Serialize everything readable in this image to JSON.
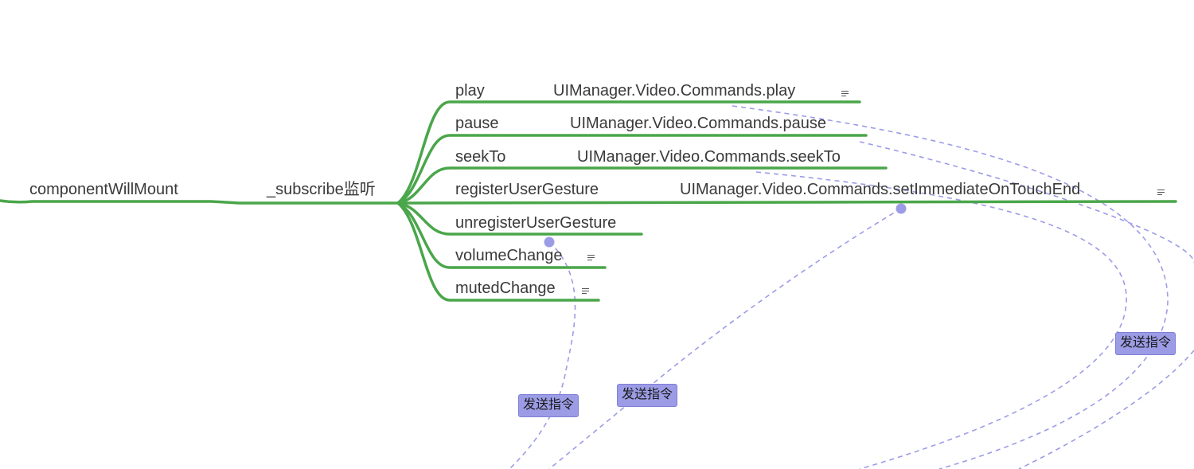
{
  "colors": {
    "branch": "#4aa64a",
    "relation": "#9c9ce6",
    "relation_dot": "#9c9ce6",
    "tag_bg": "#9c9ce6",
    "text": "#3a3a3a"
  },
  "root": {
    "label": "componentWillMount"
  },
  "subscribe": {
    "label": "_subscribe监听"
  },
  "children": [
    {
      "label": "play",
      "detail": "UIManager.Video.Commands.play",
      "has_note": true
    },
    {
      "label": "pause",
      "detail": "UIManager.Video.Commands.pause",
      "has_note": false
    },
    {
      "label": "seekTo",
      "detail": "UIManager.Video.Commands.seekTo",
      "has_note": false
    },
    {
      "label": "registerUserGesture",
      "detail": "UIManager.Video.Commands.setImmediateOnTouchEnd",
      "has_note": true
    },
    {
      "label": "unregisterUserGesture",
      "detail": "",
      "has_note": false
    },
    {
      "label": "volumeChange",
      "detail": "",
      "has_note": true
    },
    {
      "label": "mutedChange",
      "detail": "",
      "has_note": true
    }
  ],
  "relations": [
    {
      "label": "发送指令",
      "icon": "note-icon"
    },
    {
      "label": "发送指令",
      "icon": "note-icon"
    },
    {
      "label": "发送指令",
      "icon": "note-icon"
    }
  ]
}
